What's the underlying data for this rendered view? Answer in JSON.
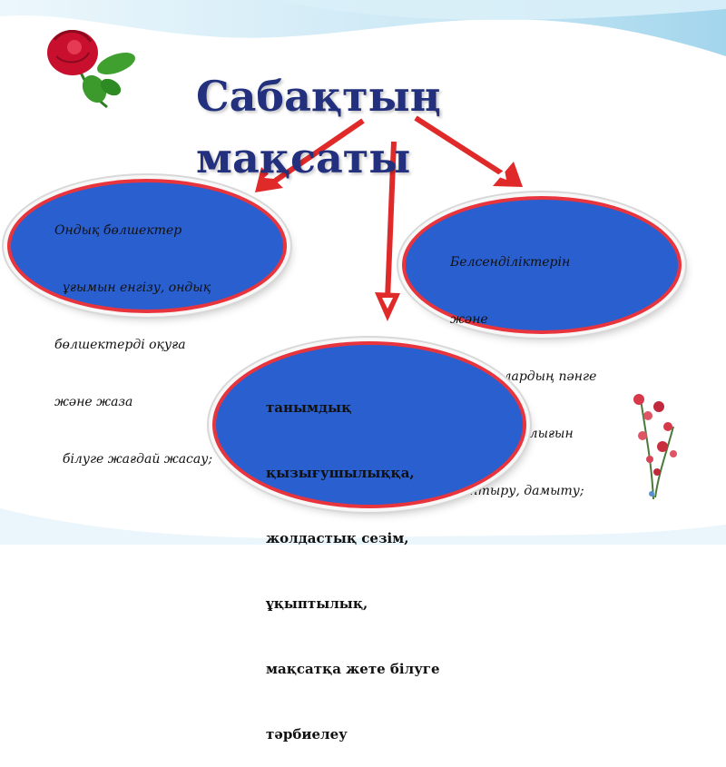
{
  "title": {
    "line1": "Сабақтың",
    "line2": "мақсаты",
    "colon": ":"
  },
  "left_goal": {
    "lines": [
      "Ондық бөлшектер",
      "  ұғымын енгізу, ондық",
      "бөлшектерді оқуға",
      "және жаза",
      "  білуге жағдай жасау;"
    ]
  },
  "right_goal": {
    "lines": [
      "Белсенділіктерін",
      "және",
      "  оқушылардың пәнге",
      "  қызығушылығын",
      "арттыру, дамыту;"
    ]
  },
  "bottom_goal": {
    "lines": [
      "танымдық",
      "қызығушылыққа,",
      "жолдастық сезім,",
      "ұқыптылық,",
      "мақсатқа жете білуге",
      "тәрбиелеу"
    ]
  },
  "colors": {
    "title": "#22307d",
    "ellipse_fill": "#2a5fd0",
    "ellipse_border": "#e8343c",
    "arrow": "#e02a2a",
    "background_wave": "#cfe9f5"
  }
}
